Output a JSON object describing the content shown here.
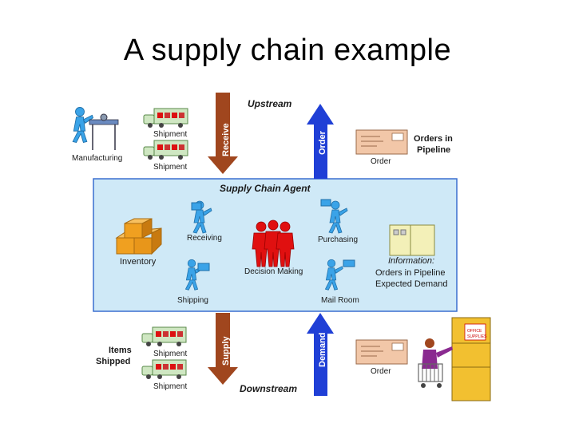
{
  "slide": {
    "title": "A supply chain example"
  },
  "diagram": {
    "upstream": "Upstream",
    "downstream": "Downstream",
    "receive": "Receive",
    "order_arrow": "Order",
    "supply": "Supply",
    "demand": "Demand",
    "manufacturing": "Manufacturing",
    "shipment": "Shipment",
    "order_doc": "Order",
    "orders_pipeline_1": "Orders in",
    "orders_pipeline_2": "Pipeline",
    "agent_title": "Supply Chain Agent",
    "receiving": "Receiving",
    "purchasing": "Purchasing",
    "inventory": "Inventory",
    "decision_making": "Decision Making",
    "information": "Information:",
    "info_line1": "Orders in Pipeline",
    "info_line2": "Expected Demand",
    "shipping": "Shipping",
    "mail_room": "Mail Room",
    "items_shipped_1": "Items",
    "items_shipped_2": "Shipped",
    "office_supplies_1": "OFFICE",
    "office_supplies_2": "SUPPLIES",
    "colors": {
      "box_fill": "#cfe9f7",
      "box_stroke": "#3a6fcf",
      "red_arrow": "#a0461e",
      "blue_arrow": "#1f3fd6",
      "figure_blue": "#3aa3e8",
      "truck_green": "#cfe7c2",
      "box_orange": "#f0a020",
      "people_red": "#e01010"
    }
  }
}
